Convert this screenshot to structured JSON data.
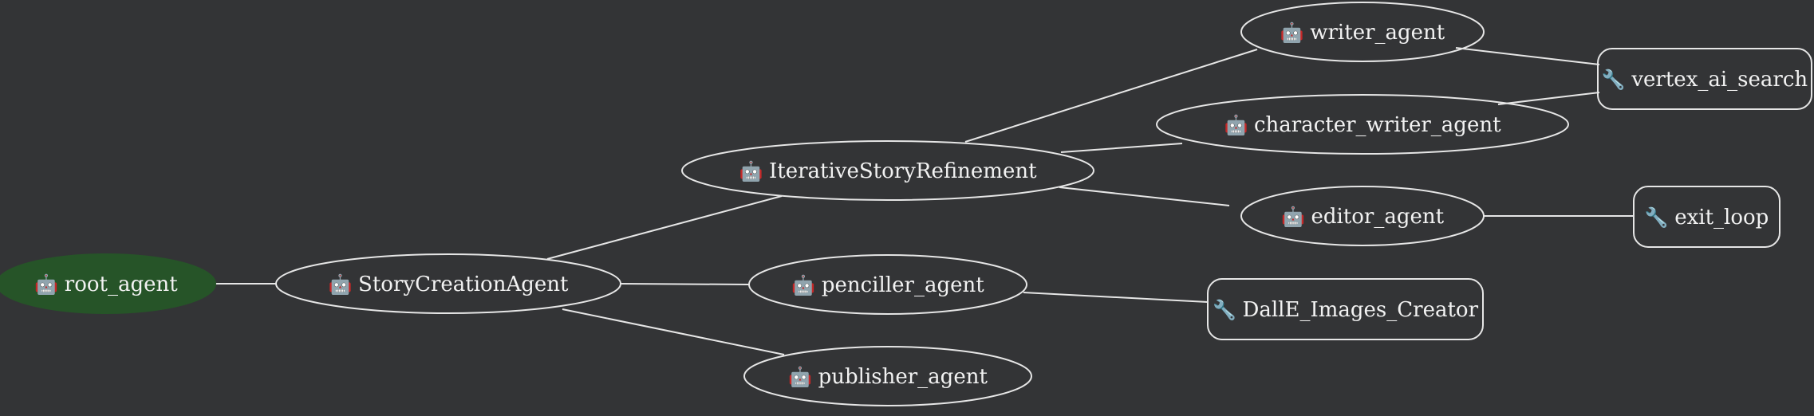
{
  "icons": {
    "agent": "robot-icon",
    "tool": "wrench-icon"
  },
  "colors": {
    "background": "#333436",
    "root_fill": "#265428",
    "line": "#e6e6e6",
    "text": "#f2f2f2"
  },
  "nodes": {
    "root_agent": {
      "label": "root_agent",
      "kind": "agent"
    },
    "story_creation_agent": {
      "label": "StoryCreationAgent",
      "kind": "agent"
    },
    "iterative_story_refinement": {
      "label": "IterativeStoryRefinement",
      "kind": "agent"
    },
    "penciller_agent": {
      "label": "penciller_agent",
      "kind": "agent"
    },
    "publisher_agent": {
      "label": "publisher_agent",
      "kind": "agent"
    },
    "writer_agent": {
      "label": "writer_agent",
      "kind": "agent"
    },
    "character_writer_agent": {
      "label": "character_writer_agent",
      "kind": "agent"
    },
    "editor_agent": {
      "label": "editor_agent",
      "kind": "agent"
    },
    "vertex_ai_search": {
      "label": "vertex_ai_search",
      "kind": "tool"
    },
    "exit_loop": {
      "label": "exit_loop",
      "kind": "tool"
    },
    "dalle_images_creator": {
      "label": "DallE_Images_Creator",
      "kind": "tool"
    }
  },
  "edges": [
    {
      "from": "root_agent",
      "to": "story_creation_agent"
    },
    {
      "from": "story_creation_agent",
      "to": "iterative_story_refinement"
    },
    {
      "from": "story_creation_agent",
      "to": "penciller_agent"
    },
    {
      "from": "story_creation_agent",
      "to": "publisher_agent"
    },
    {
      "from": "iterative_story_refinement",
      "to": "writer_agent"
    },
    {
      "from": "iterative_story_refinement",
      "to": "character_writer_agent"
    },
    {
      "from": "iterative_story_refinement",
      "to": "editor_agent"
    },
    {
      "from": "writer_agent",
      "to": "vertex_ai_search"
    },
    {
      "from": "character_writer_agent",
      "to": "vertex_ai_search"
    },
    {
      "from": "editor_agent",
      "to": "exit_loop"
    },
    {
      "from": "penciller_agent",
      "to": "dalle_images_creator"
    }
  ]
}
